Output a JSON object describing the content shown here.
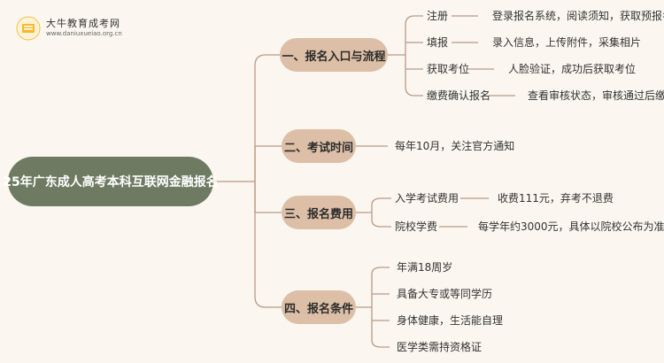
{
  "logo": {
    "title": "大牛教育成考网",
    "url": "www.daniuxueiao.org.cn"
  },
  "root": "25年广东成人高考本科互联网金融报名",
  "branches": [
    {
      "label": "一、报名入口与流程",
      "items": [
        {
          "key": "注册",
          "value": "登录报名系统，阅读须知，获取预报名号"
        },
        {
          "key": "填报",
          "value": "录入信息，上传附件，采集相片"
        },
        {
          "key": "获取考位",
          "value": "人脸验证，成功后获取考位"
        },
        {
          "key": "缴费确认报名",
          "value": "查看审核状态，审核通过后缴费"
        }
      ]
    },
    {
      "label": "二、考试时间",
      "items": [
        {
          "value": "每年10月，关注官方通知"
        }
      ]
    },
    {
      "label": "三、报名费用",
      "items": [
        {
          "key": "入学考试费用",
          "value": "收费111元，弃考不退费"
        },
        {
          "key": "院校学费",
          "value": "每学年约3000元，具体以院校公布为准"
        }
      ]
    },
    {
      "label": "四、报名条件",
      "items": [
        {
          "value": "年满18周岁"
        },
        {
          "value": "具备大专或等同学历"
        },
        {
          "value": "身体健康，生活能自理"
        },
        {
          "value": "医学类需持资格证"
        }
      ]
    }
  ],
  "colors": {
    "root": "#6e7b62",
    "branch": "#dcbfa6",
    "line": "#b89b86",
    "background": "#fbf6ef"
  }
}
